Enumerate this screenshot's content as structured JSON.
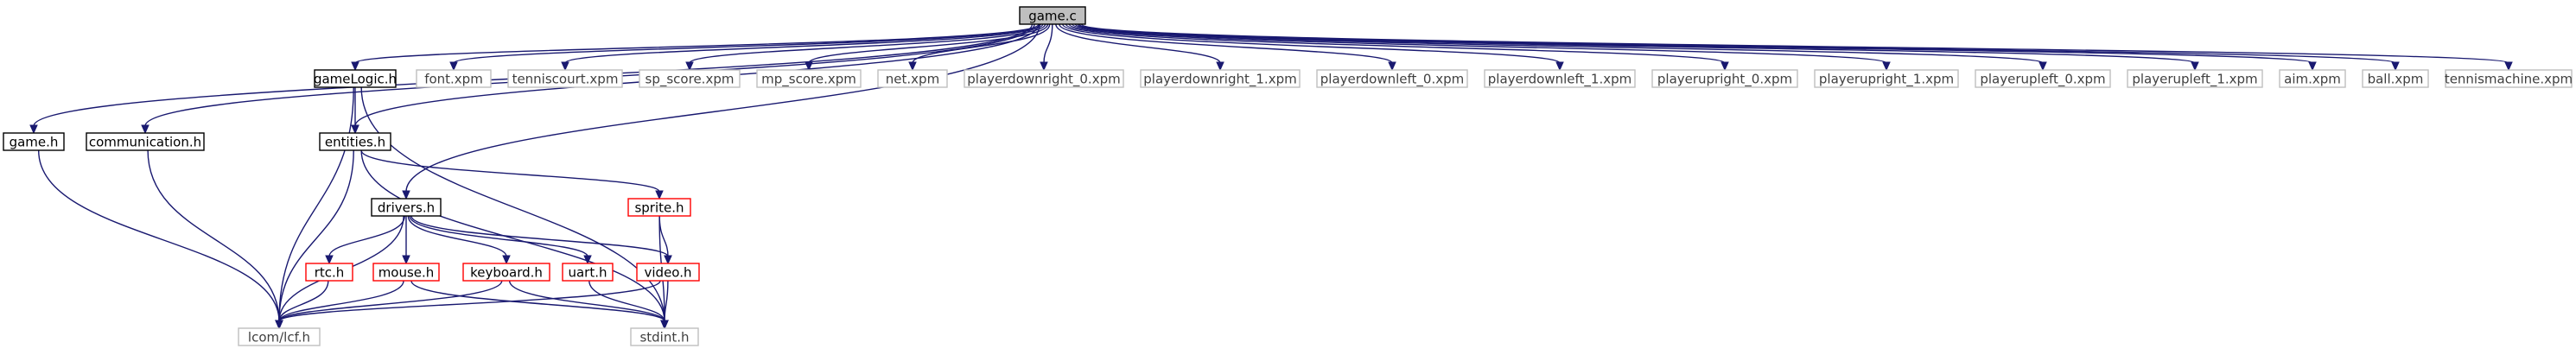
{
  "nodes": [
    {
      "id": "game_c",
      "label": "game.c",
      "kind": "root"
    },
    {
      "id": "game_h",
      "label": "game.h",
      "kind": "documented"
    },
    {
      "id": "communication_h",
      "label": "communication.h",
      "kind": "documented"
    },
    {
      "id": "gameLogic_h",
      "label": "gameLogic.h",
      "kind": "documented"
    },
    {
      "id": "entities_h",
      "label": "entities.h",
      "kind": "documented"
    },
    {
      "id": "drivers_h",
      "label": "drivers.h",
      "kind": "documented"
    },
    {
      "id": "sprite_h",
      "label": "sprite.h",
      "kind": "truncated"
    },
    {
      "id": "rtc_h",
      "label": "rtc.h",
      "kind": "truncated"
    },
    {
      "id": "mouse_h",
      "label": "mouse.h",
      "kind": "truncated"
    },
    {
      "id": "keyboard_h",
      "label": "keyboard.h",
      "kind": "truncated"
    },
    {
      "id": "uart_h",
      "label": "uart.h",
      "kind": "truncated"
    },
    {
      "id": "video_h",
      "label": "video.h",
      "kind": "truncated"
    },
    {
      "id": "lcf_h",
      "label": "lcom/lcf.h",
      "kind": "external"
    },
    {
      "id": "stdint_h",
      "label": "stdint.h",
      "kind": "external"
    },
    {
      "id": "font_xpm",
      "label": "font.xpm",
      "kind": "external"
    },
    {
      "id": "tenniscourt_xpm",
      "label": "tenniscourt.xpm",
      "kind": "external"
    },
    {
      "id": "sp_score_xpm",
      "label": "sp_score.xpm",
      "kind": "external"
    },
    {
      "id": "mp_score_xpm",
      "label": "mp_score.xpm",
      "kind": "external"
    },
    {
      "id": "net_xpm",
      "label": "net.xpm",
      "kind": "external"
    },
    {
      "id": "pdr0_xpm",
      "label": "playerdownright_0.xpm",
      "kind": "external"
    },
    {
      "id": "pdr1_xpm",
      "label": "playerdownright_1.xpm",
      "kind": "external"
    },
    {
      "id": "pdl0_xpm",
      "label": "playerdownleft_0.xpm",
      "kind": "external"
    },
    {
      "id": "pdl1_xpm",
      "label": "playerdownleft_1.xpm",
      "kind": "external"
    },
    {
      "id": "pur0_xpm",
      "label": "playerupright_0.xpm",
      "kind": "external"
    },
    {
      "id": "pur1_xpm",
      "label": "playerupright_1.xpm",
      "kind": "external"
    },
    {
      "id": "pul0_xpm",
      "label": "playerupleft_0.xpm",
      "kind": "external"
    },
    {
      "id": "pul1_xpm",
      "label": "playerupleft_1.xpm",
      "kind": "external"
    },
    {
      "id": "aim_xpm",
      "label": "aim.xpm",
      "kind": "external"
    },
    {
      "id": "ball_xpm",
      "label": "ball.xpm",
      "kind": "external"
    },
    {
      "id": "tennismachine_xpm",
      "label": "tennismachine.xpm",
      "kind": "external"
    }
  ],
  "edges": [
    {
      "from": "game_c",
      "to": "game_h"
    },
    {
      "from": "game_c",
      "to": "communication_h"
    },
    {
      "from": "game_c",
      "to": "gameLogic_h"
    },
    {
      "from": "game_c",
      "to": "entities_h"
    },
    {
      "from": "game_c",
      "to": "drivers_h"
    },
    {
      "from": "game_c",
      "to": "font_xpm"
    },
    {
      "from": "game_c",
      "to": "tenniscourt_xpm"
    },
    {
      "from": "game_c",
      "to": "sp_score_xpm"
    },
    {
      "from": "game_c",
      "to": "mp_score_xpm"
    },
    {
      "from": "game_c",
      "to": "net_xpm"
    },
    {
      "from": "game_c",
      "to": "pdr0_xpm"
    },
    {
      "from": "game_c",
      "to": "pdr1_xpm"
    },
    {
      "from": "game_c",
      "to": "pdl0_xpm"
    },
    {
      "from": "game_c",
      "to": "pdl1_xpm"
    },
    {
      "from": "game_c",
      "to": "pur0_xpm"
    },
    {
      "from": "game_c",
      "to": "pur1_xpm"
    },
    {
      "from": "game_c",
      "to": "pul0_xpm"
    },
    {
      "from": "game_c",
      "to": "pul1_xpm"
    },
    {
      "from": "game_c",
      "to": "aim_xpm"
    },
    {
      "from": "game_c",
      "to": "ball_xpm"
    },
    {
      "from": "game_c",
      "to": "tennismachine_xpm"
    },
    {
      "from": "game_h",
      "to": "lcf_h"
    },
    {
      "from": "communication_h",
      "to": "lcf_h"
    },
    {
      "from": "gameLogic_h",
      "to": "entities_h"
    },
    {
      "from": "gameLogic_h",
      "to": "lcf_h"
    },
    {
      "from": "gameLogic_h",
      "to": "stdint_h"
    },
    {
      "from": "entities_h",
      "to": "sprite_h"
    },
    {
      "from": "entities_h",
      "to": "lcf_h"
    },
    {
      "from": "entities_h",
      "to": "stdint_h"
    },
    {
      "from": "drivers_h",
      "to": "rtc_h"
    },
    {
      "from": "drivers_h",
      "to": "mouse_h"
    },
    {
      "from": "drivers_h",
      "to": "keyboard_h"
    },
    {
      "from": "drivers_h",
      "to": "uart_h"
    },
    {
      "from": "drivers_h",
      "to": "video_h"
    },
    {
      "from": "drivers_h",
      "to": "lcf_h"
    },
    {
      "from": "sprite_h",
      "to": "video_h"
    },
    {
      "from": "sprite_h",
      "to": "stdint_h"
    },
    {
      "from": "rtc_h",
      "to": "lcf_h"
    },
    {
      "from": "mouse_h",
      "to": "lcf_h"
    },
    {
      "from": "mouse_h",
      "to": "stdint_h"
    },
    {
      "from": "keyboard_h",
      "to": "lcf_h"
    },
    {
      "from": "keyboard_h",
      "to": "stdint_h"
    },
    {
      "from": "uart_h",
      "to": "stdint_h"
    },
    {
      "from": "video_h",
      "to": "lcf_h"
    },
    {
      "from": "video_h",
      "to": "stdint_h"
    }
  ],
  "colors": {
    "edge": "#191970",
    "root_fill": "#bfbfbf",
    "documented_border": "#000000",
    "truncated_border": "#ff0000",
    "external_border": "#bfbfbf",
    "external_text": "#404040"
  }
}
